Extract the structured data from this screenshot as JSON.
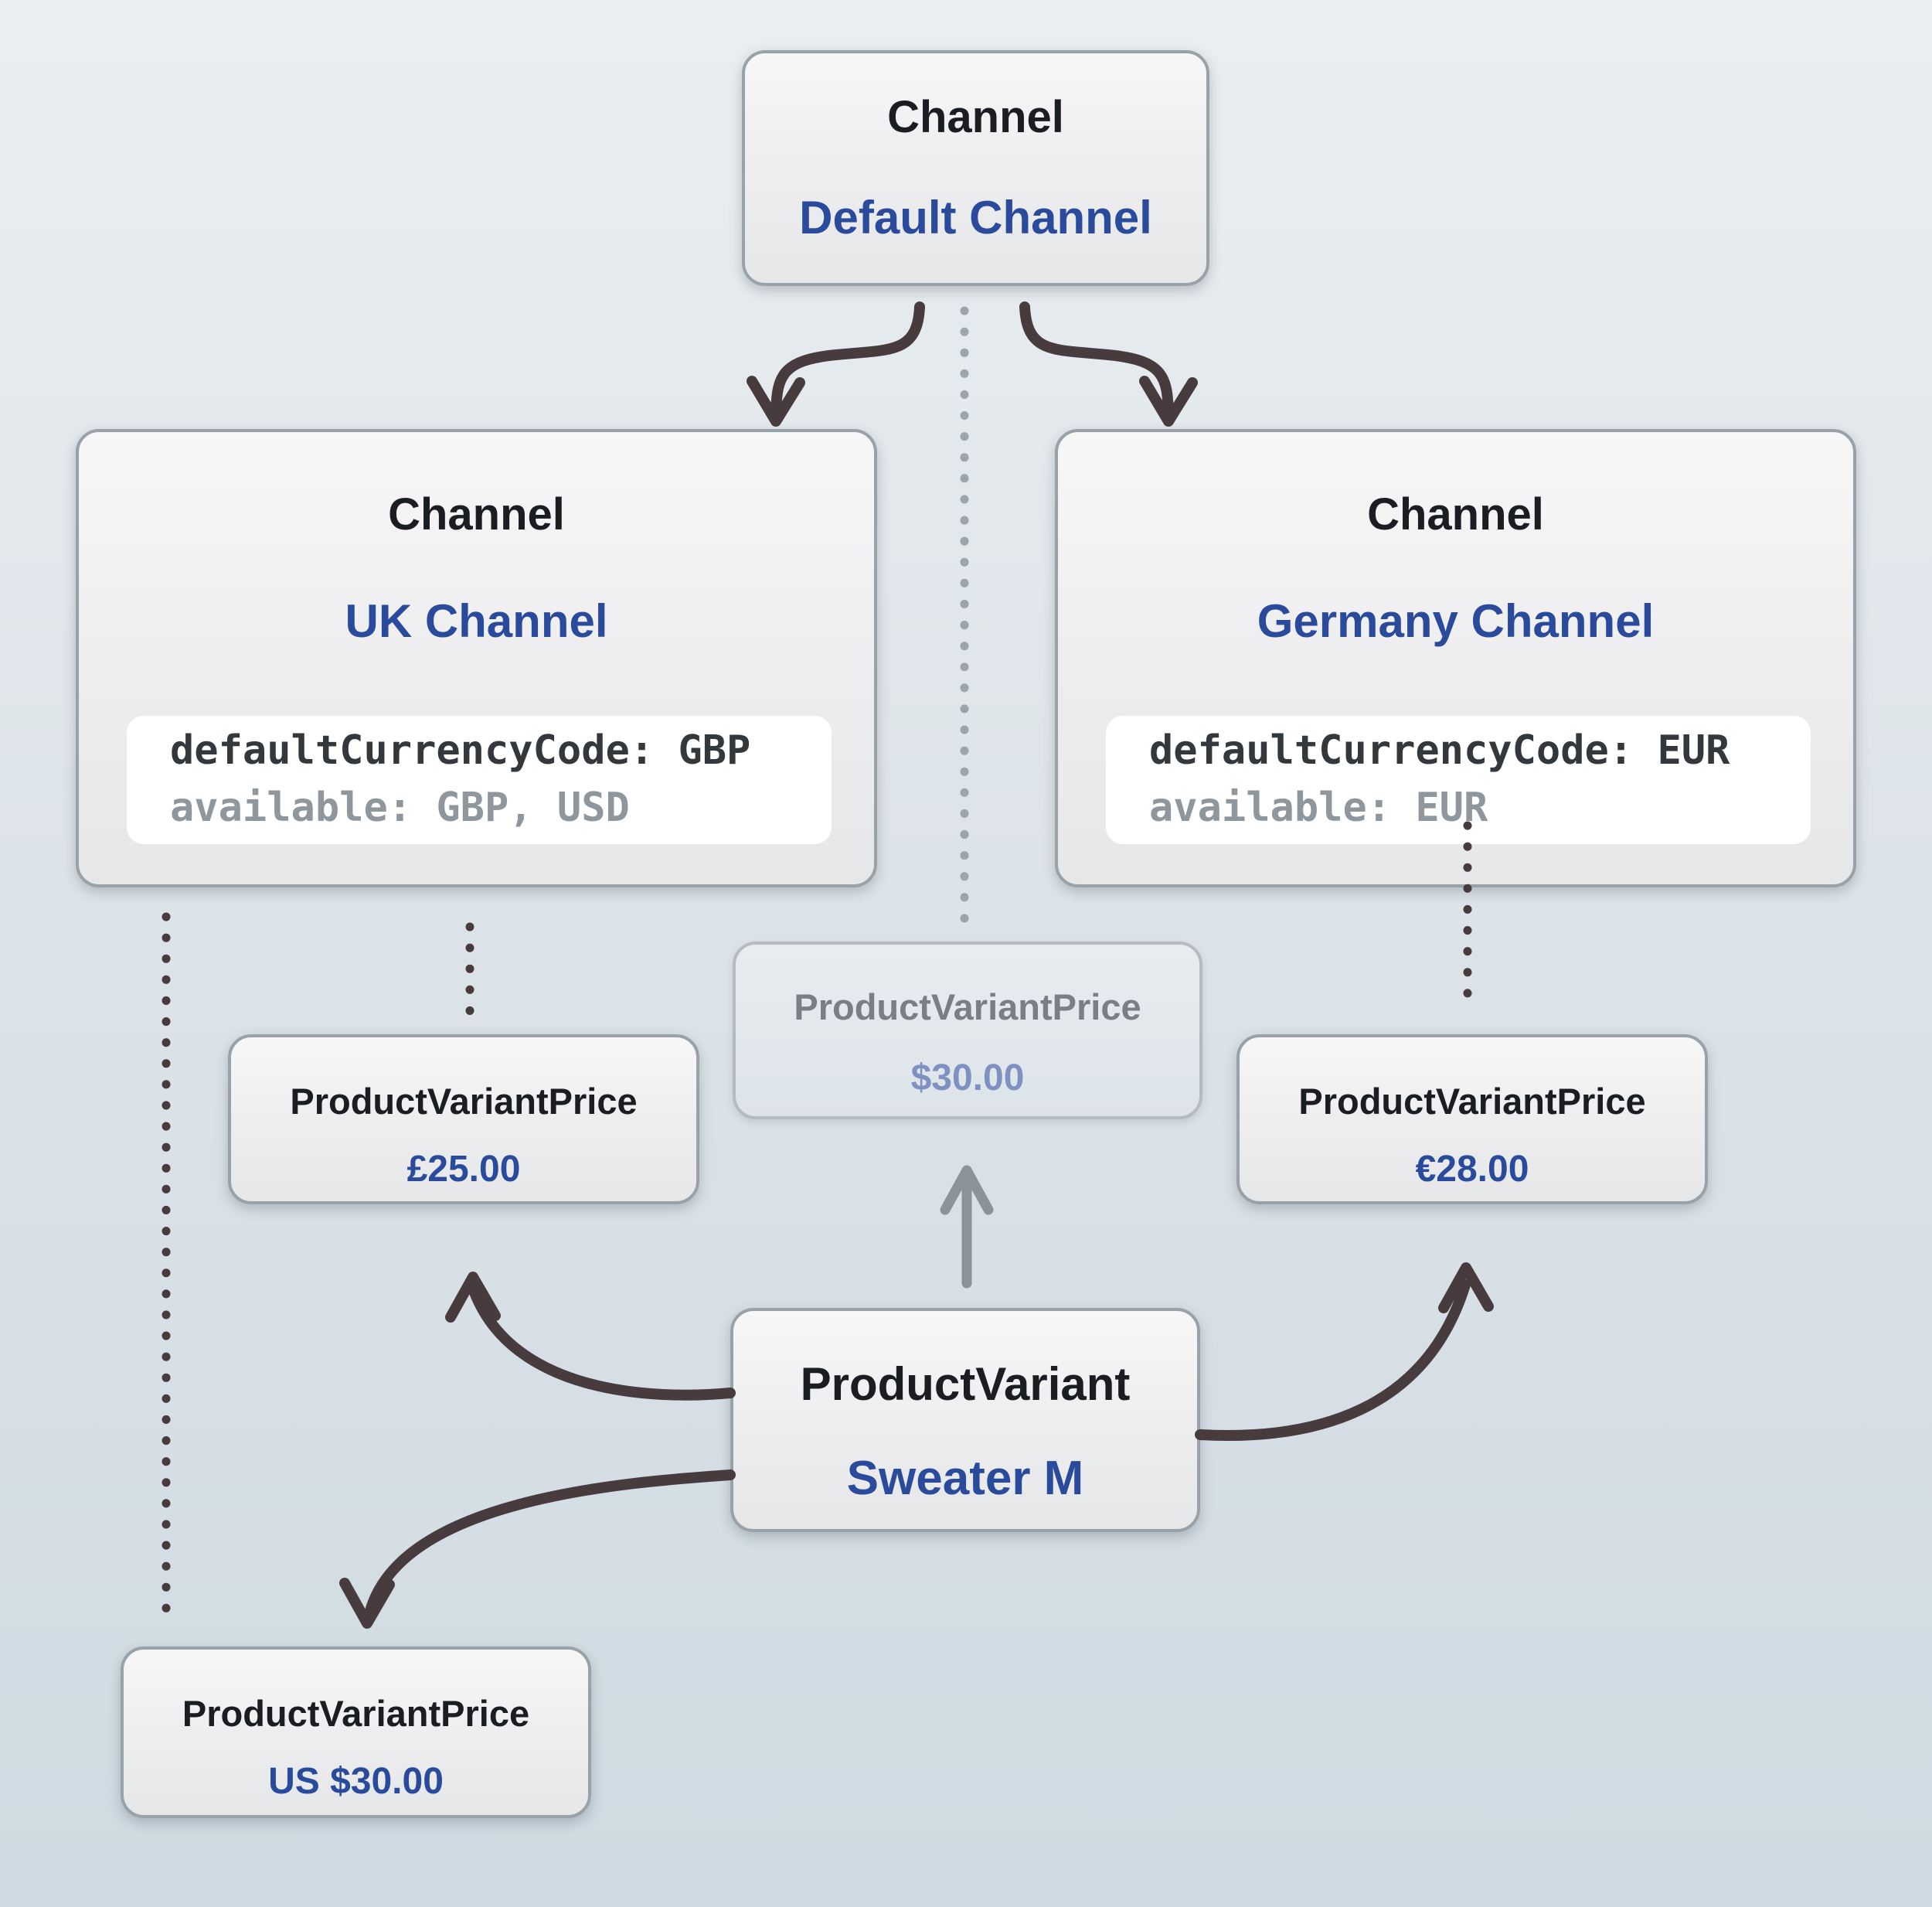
{
  "nodes": {
    "default_channel": {
      "type": "Channel",
      "name": "Default Channel"
    },
    "uk_channel": {
      "type": "Channel",
      "name": "UK Channel",
      "code": [
        "defaultCurrencyCode: GBP",
        "available: GBP, USD"
      ]
    },
    "germany_channel": {
      "type": "Channel",
      "name": "Germany Channel",
      "code": [
        "defaultCurrencyCode: EUR",
        "available: EUR"
      ]
    },
    "default_price": {
      "type": "ProductVariantPrice",
      "value": "$30.00"
    },
    "uk_price": {
      "type": "ProductVariantPrice",
      "value": "£25.00"
    },
    "germany_price": {
      "type": "ProductVariantPrice",
      "value": "€28.00"
    },
    "product_variant": {
      "type": "ProductVariant",
      "name": "Sweater M"
    },
    "us_price": {
      "type": "ProductVariantPrice",
      "value": "US $30.00"
    }
  },
  "edges": [
    {
      "from": "default_channel",
      "to": "uk_channel",
      "style": "dark-curved-arrow"
    },
    {
      "from": "default_channel",
      "to": "germany_channel",
      "style": "dark-curved-arrow"
    },
    {
      "from": "default_channel",
      "to": "default_price",
      "style": "gray-dotted-line"
    },
    {
      "from": "uk_channel",
      "to": "uk_price",
      "style": "dark-dotted-line"
    },
    {
      "from": "uk_channel",
      "to": "us_price",
      "style": "dark-dotted-line"
    },
    {
      "from": "germany_channel",
      "to": "germany_price",
      "style": "dark-dotted-line"
    },
    {
      "from": "product_variant",
      "to": "uk_price",
      "style": "dark-curved-arrow"
    },
    {
      "from": "product_variant",
      "to": "us_price",
      "style": "dark-curved-arrow"
    },
    {
      "from": "product_variant",
      "to": "germany_price",
      "style": "dark-curved-arrow"
    },
    {
      "from": "product_variant",
      "to": "default_price",
      "style": "gray-straight-arrow"
    }
  ],
  "colors": {
    "node_border": "#98a2a8",
    "node_fill_top": "#f7f7f8",
    "node_fill_bottom": "#e6e7e9",
    "type_text": "#1a1d21",
    "name_text": "#2a4b9b",
    "code_key_text": "#33383d",
    "code_muted_text": "#8f979d",
    "dark_connector": "#473b3d",
    "gray_connector": "#8b9298",
    "gray_dots": "#9aa5ac",
    "faded_border": "#b4bcc2",
    "faded_type_text": "#787f86",
    "faded_value_text": "#7e91c1",
    "bg_top": "#eaeef1",
    "bg_bottom": "#cfdae2"
  }
}
